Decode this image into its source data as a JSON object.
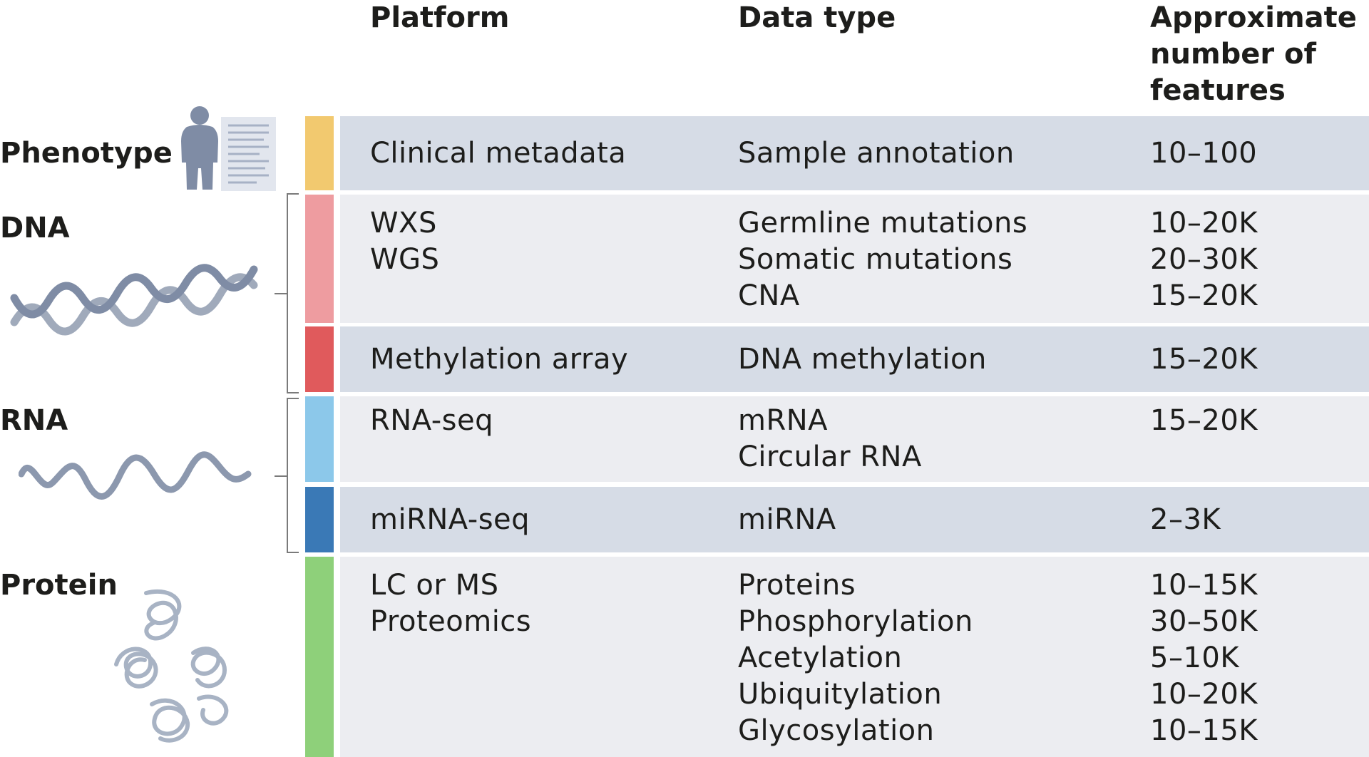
{
  "header": {
    "platform": "Platform",
    "data_type": "Data type",
    "features": "Approximate\nnumber of\nfeatures"
  },
  "categories": {
    "phenotype": "Phenotype",
    "dna": "DNA",
    "rna": "RNA",
    "protein": "Protein"
  },
  "rows": [
    {
      "platform": [
        "Clinical metadata"
      ],
      "data_types": [
        "Sample annotation"
      ],
      "features": [
        "10–100"
      ],
      "color": "#f2c96f",
      "band": "dark"
    },
    {
      "platform": [
        "WXS",
        "WGS"
      ],
      "data_types": [
        "Germline mutations",
        "Somatic mutations",
        "CNA"
      ],
      "features": [
        "10–20K",
        "20–30K",
        "15–20K"
      ],
      "color": "#ee9ca0",
      "band": "light"
    },
    {
      "platform": [
        "Methylation array"
      ],
      "data_types": [
        "DNA methylation"
      ],
      "features": [
        "15–20K"
      ],
      "color": "#e05a5c",
      "band": "dark"
    },
    {
      "platform": [
        "RNA-seq"
      ],
      "data_types": [
        "mRNA",
        "Circular RNA"
      ],
      "features": [
        "15–20K",
        ""
      ],
      "color": "#8cc8ea",
      "band": "light"
    },
    {
      "platform": [
        "miRNA-seq"
      ],
      "data_types": [
        "miRNA"
      ],
      "features": [
        "2–3K"
      ],
      "color": "#3a79b6",
      "band": "dark"
    },
    {
      "platform": [
        "LC or MS",
        "Proteomics"
      ],
      "data_types": [
        "Proteins",
        "Phosphorylation",
        "Acetylation",
        "Ubiquitylation",
        "Glycosylation"
      ],
      "features": [
        "10–15K",
        "30–50K",
        "5–10K",
        "10–20K",
        "10–15K"
      ],
      "color": "#8ed07a",
      "band": "light"
    }
  ],
  "icons": {
    "phenotype": "person-document-icon",
    "dna": "dna-double-helix-icon",
    "rna": "rna-strand-icon",
    "protein": "protein-coil-icon"
  }
}
